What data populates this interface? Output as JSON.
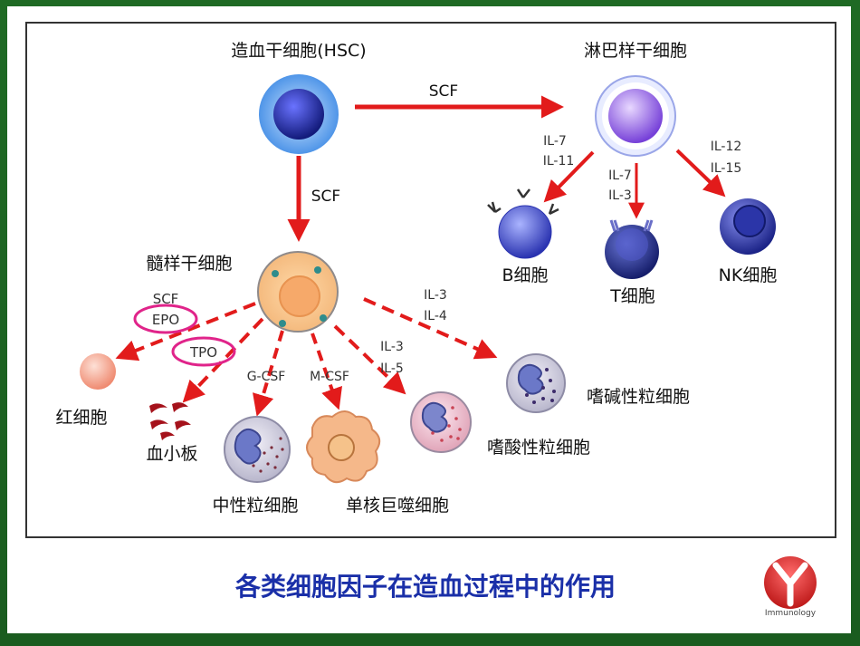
{
  "diagram": {
    "hsc_label": "造血干细胞(HSC)",
    "lymphoid_label": "淋巴样干细胞",
    "myeloid_label": "髓样干细胞",
    "b_cell_label": "B细胞",
    "t_cell_label": "T细胞",
    "nk_cell_label": "NK细胞",
    "rbc_label": "红细胞",
    "platelet_label": "血小板",
    "neutrophil_label": "中性粒细胞",
    "monocyte_label": "单核巨噬细胞",
    "eosinophil_label": "嗜酸性粒细胞",
    "basophil_label": "嗜碱性粒细胞",
    "scf_right": "SCF",
    "scf_down": "SCF",
    "b_factors": [
      "IL-7",
      "IL-11"
    ],
    "t_factors": [
      "IL-7",
      "IL-3"
    ],
    "nk_factors": [
      "IL-12",
      "IL-15"
    ],
    "rbc_factors": [
      "SCF",
      "EPO"
    ],
    "tpo": "TPO",
    "gcsf": "G-CSF",
    "mcsf": "M-CSF",
    "eos_factors": [
      "IL-3",
      "IL-5"
    ],
    "baso_factors": [
      "IL-3",
      "IL-4"
    ]
  },
  "caption": "各类细胞因子在造血过程中的作用",
  "logo": {
    "text": "Immunology",
    "color": "#cc1f1f"
  },
  "colors": {
    "arrow": "#e21b1b",
    "highlight": "#e0248a",
    "caption": "#1a2fa8",
    "frame": "#1f6a24"
  }
}
